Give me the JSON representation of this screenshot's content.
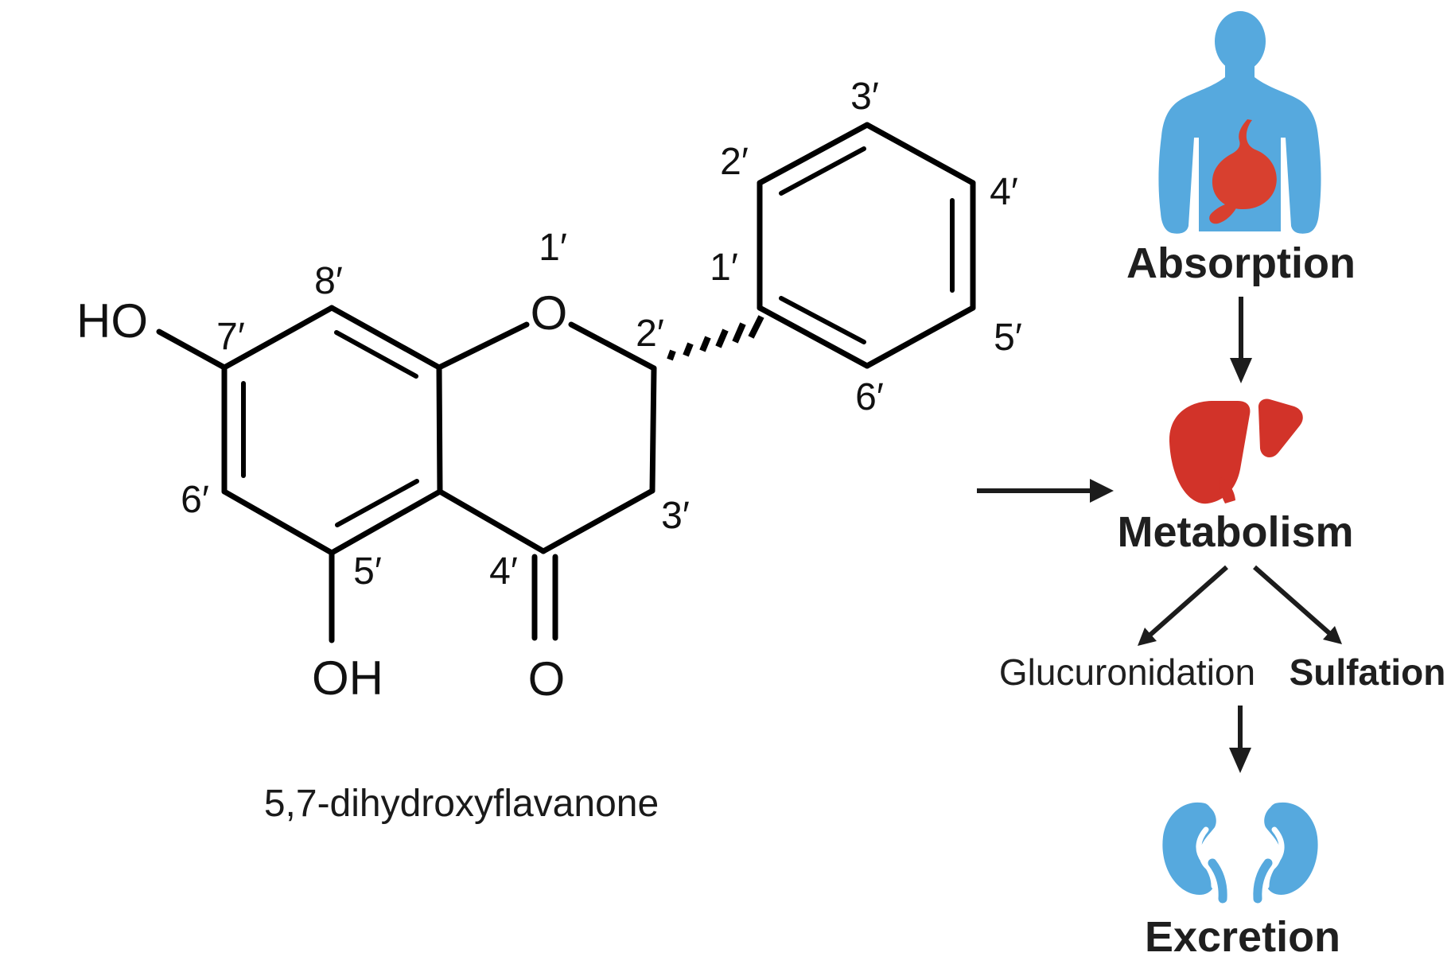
{
  "molecule": {
    "caption": "5,7-dihydroxyflavanone",
    "atoms": {
      "hydroxyl_left": "HO",
      "hydroxyl_bottom": "OH",
      "ring_oxygen": "O",
      "ketone_oxygen": "O"
    },
    "chromanone_positions": {
      "c1": "1′",
      "c2": "2′",
      "c3": "3′",
      "c4": "4′",
      "c5": "5′",
      "c6": "6′",
      "c7": "7′",
      "c8": "8′"
    },
    "phenyl_positions": {
      "p1": "1′",
      "p2": "2′",
      "p3": "3′",
      "p4": "4′",
      "p5": "5′",
      "p6": "6′"
    }
  },
  "pathway": {
    "absorption_label": "Absorption",
    "metabolism_label": "Metabolism",
    "glucuronidation_label": "Glucuronidation",
    "sulfation_label": "Sulfation",
    "excretion_label": "Excretion",
    "icons": {
      "absorption": "human-body-stomach-icon",
      "metabolism": "liver-icon",
      "excretion": "kidneys-icon"
    }
  },
  "colors": {
    "organ_blue": "#56a9de",
    "stomach_red": "#d8402f",
    "liver_red": "#d23329",
    "line_black": "#000000",
    "text_dark": "#1c1c1c"
  }
}
